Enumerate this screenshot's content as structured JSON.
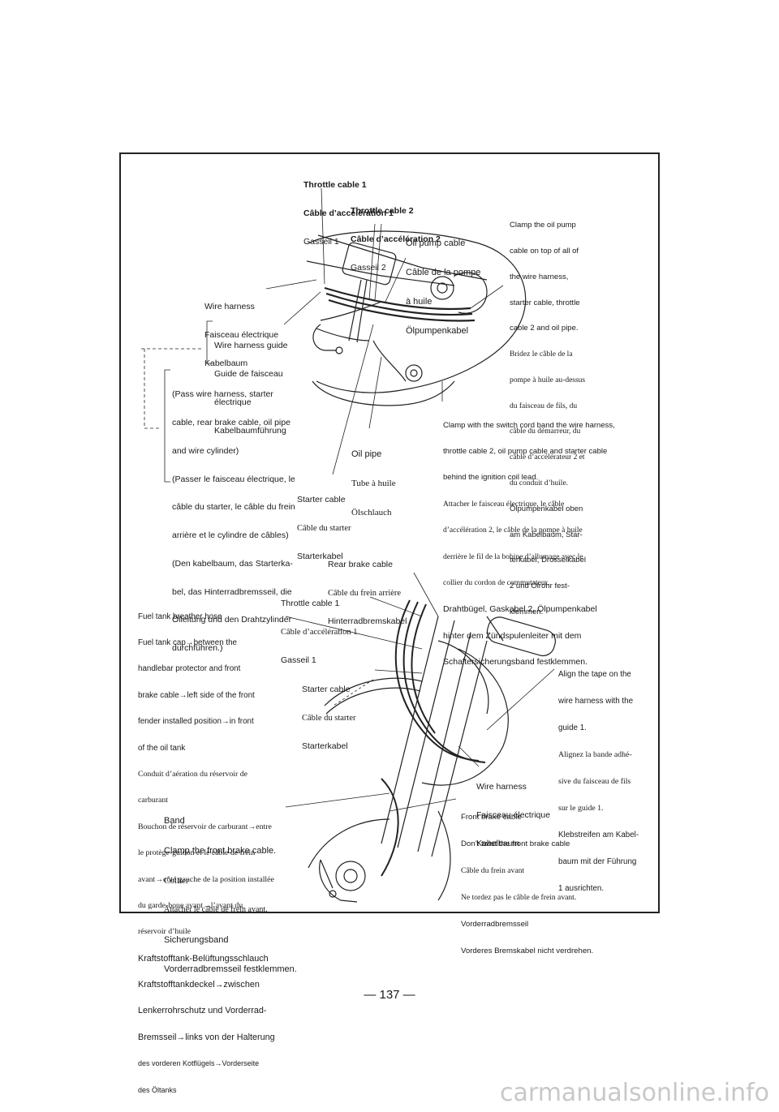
{
  "top_diagram": {
    "throttle_cable_1": [
      "Throttle cable 1",
      "Câble d’accélération 1",
      "Gasseil 1"
    ],
    "throttle_cable_2": [
      "Throttle cable 2",
      "Câble d’accélération 2",
      "Gasseil 2"
    ],
    "oil_pump_cable": [
      "Oil pump cable",
      "Câble de la pompe",
      "à huile",
      "Ölpumpenkabel"
    ],
    "clamp_oil_pump": [
      "Clamp the oil pump",
      "cable on top of all of",
      "the wire harness,",
      "starter cable, throttle",
      "cable 2 and oil pipe.",
      "Bridez le câble de la",
      "pompe à huile au-dessus",
      "du faisceau de fils, du",
      "câble du démarreur, du",
      "câble d’accélérateur 2 et",
      "du conduit d’huile.",
      "Ölpumpenkabel oben",
      "am Kabelbaum, Star-",
      "terkabel, Drosselkabel",
      "2 und Ölrohr fest-",
      "klemmen."
    ],
    "wire_harness": [
      "Wire harness",
      "Faisceau électrique",
      "Kabelbaum"
    ],
    "wire_harness_guide": [
      "Wire harness guide",
      "Guide de faisceau",
      "électrique",
      "Kabelbaumführung"
    ],
    "pass_wire_harness": [
      "(Pass wire harness, starter",
      "cable, rear brake cable, oil pipe",
      "and wire cylinder)",
      "(Passer le faisceau électrique, le",
      "câble du starter, le câble du frein",
      "arrière et le cylindre de câbles)",
      "(Den kabelbaum, das Starterka-",
      "bel, das Hinterradbremsseil, die",
      "Ölleitung und den Drahtzylinder",
      "durchführen.)"
    ],
    "oil_pipe": [
      "Oil pipe",
      "Tube à huile",
      "Ölschlauch"
    ],
    "starter_cable": [
      "Starter cable",
      "Câble du starter",
      "Starterkabel"
    ],
    "clamp_switch_cord": [
      "Clamp with the switch cord band the wire harness,",
      "throttle cable 2, oil pump cable and starter cable",
      "behind the ignition coil lead.",
      "Attacher le faisceau électrique, le câble",
      "d’accélération 2, le câble de la pompe à huile",
      "derrière le fil de la bobine d’allumage avec le",
      "collier du cordon de commutateur.",
      "Drahtbügel, Gaskabel 2, Ölpumpenkabel",
      "hinter dem Zündspulenleiter mit dem",
      "Schaltersicherungsband festklemmen."
    ]
  },
  "bottom_diagram": {
    "rear_brake_cable": [
      "Rear brake cable",
      "Câble du frein arrière",
      "Hinterradbremskabel"
    ],
    "throttle_cable_1": [
      "Throttle cable 1",
      "Câble d’accélération 1",
      "Gasseil 1"
    ],
    "fuel_tank_breather": [
      "Fuel tank breather hose",
      "Fuel tank cap→between the",
      "handlebar protector and front",
      "brake cable→left side of the front",
      "fender installed position→in front",
      "of the oil tank",
      "Conduit d’aération du réservoir de",
      "carburant",
      "Bouchon de réservoir de carburant→entre",
      "le protège-guidon et le câble de frein",
      "avant→côté gauche de la position installée",
      "du garde-boue avant→l’avant du",
      "réservoir d’huile",
      "Kraftstofftank-Belüftungsschlauch",
      "Kraftstofftankdeckel→zwischen",
      "Lenkerrohrschutz und Vorderrad-",
      "Bremsseil→links von der Halterung",
      "des vorderen Kotflügels→Vorderseite",
      "des Öltanks"
    ],
    "starter_cable": [
      "Starter cable",
      "Câble du starter",
      "Starterkabel"
    ],
    "align_tape": [
      "Align the tape on the",
      "wire harness with the",
      "guide 1.",
      "Alignez la bande adhé-",
      "sive du faisceau de fils",
      "sur le guide 1.",
      "Klebstreifen am Kabel-",
      "baum mit der Führung",
      "1 ausrichten."
    ],
    "wire_harness": [
      "Wire harness",
      "Faisceau électrique",
      "Kabelbaum"
    ],
    "band": [
      "Band",
      "Clamp the front brake cable.",
      "Collier",
      "Attacher le câble de frein avant.",
      "Sicherungsband",
      "Vorderradbremsseil festklemmen."
    ],
    "front_brake_cable": [
      "Front brake cable",
      "Don’t twist the front brake cable",
      "Câble du frein avant",
      "Ne tordez pas le câble de frein avant.",
      "Vorderradbremsseil",
      "Vorderes Bremskabel nicht verdrehen."
    ]
  },
  "page_number": "— 137 —",
  "watermark": "carmanualsonline.info"
}
